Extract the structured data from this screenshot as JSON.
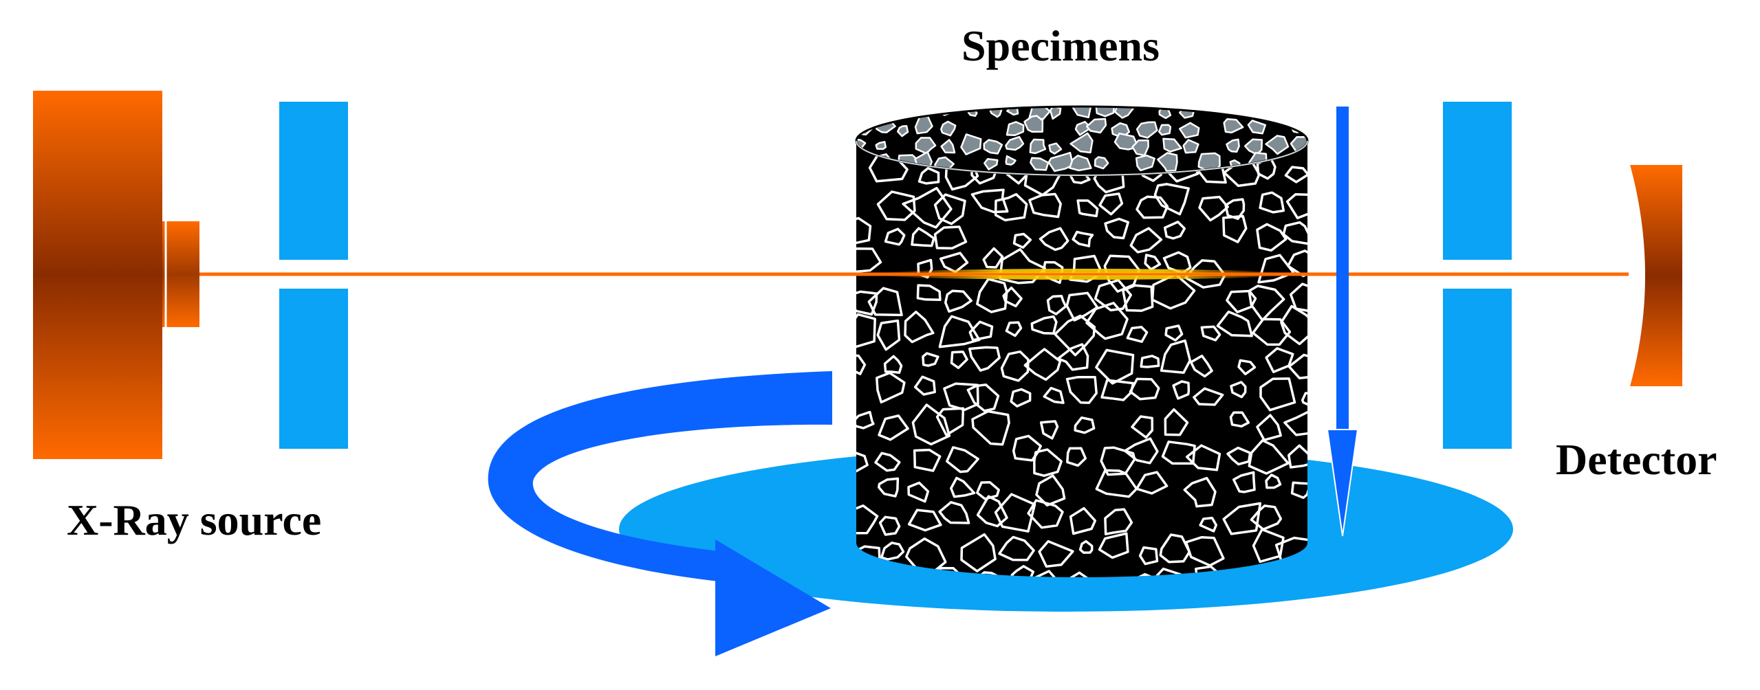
{
  "labels": {
    "specimens": "Specimens",
    "source": "X-Ray source",
    "detector": "Detector"
  },
  "colors": {
    "source_orange": "#ff6a00",
    "source_dark": "#8a2c00",
    "beam": "#ff6a00",
    "beam_glow": "#ffcc00",
    "collimator": "#0aa3f5",
    "platform": "#0aa3f5",
    "rotation_arrow": "#0a63ff",
    "scan_arrow": "#0a63ff",
    "specimen_body": "#000000",
    "specimen_top": "#7f8c93",
    "aggregate_outline": "#ffffff"
  },
  "icons": {
    "source": "x-ray-tube",
    "collimators": "slit-collimator",
    "specimen": "cylindrical-specimen",
    "detector": "curved-detector",
    "rotation": "rotation-arrow",
    "scan": "vertical-scan-arrow"
  }
}
